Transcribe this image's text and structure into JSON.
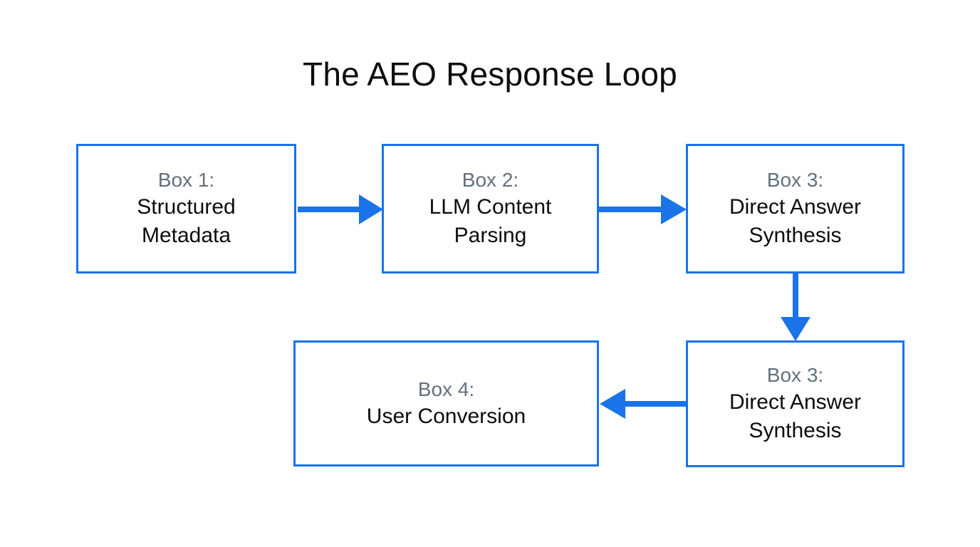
{
  "diagram": {
    "title": "The AEO Response Loop",
    "background_color": "#ffffff",
    "accent_color": "#1a73e8",
    "label_color": "#64707d",
    "body_color": "#0d0d0d",
    "nodes": [
      {
        "id": "box1",
        "label": "Box 1:",
        "body": "Structured\nMetadata"
      },
      {
        "id": "box2",
        "label": "Box 2:",
        "body": "LLM Content\nParsing"
      },
      {
        "id": "box3_top",
        "label": "Box 3:",
        "body": "Direct Answer\nSynthesis"
      },
      {
        "id": "box3_bottom",
        "label": "Box 3:",
        "body": "Direct Answer\nSynthesis"
      },
      {
        "id": "box4",
        "label": "Box 4:",
        "body": "User Conversion"
      }
    ],
    "connectors": [
      {
        "id": "c1",
        "from": "box1",
        "to": "box2",
        "direction": "right"
      },
      {
        "id": "c2",
        "from": "box2",
        "to": "box3_top",
        "direction": "right"
      },
      {
        "id": "c3",
        "from": "box3_top",
        "to": "box3_bottom",
        "direction": "down"
      },
      {
        "id": "c4",
        "from": "box3_bottom",
        "to": "box4",
        "direction": "left"
      }
    ]
  }
}
